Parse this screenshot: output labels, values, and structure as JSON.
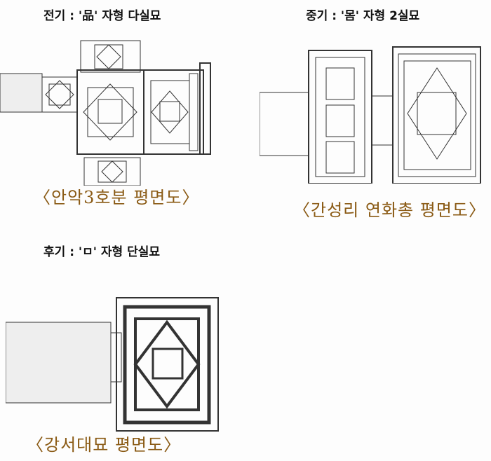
{
  "panels": [
    {
      "heading": "전기 : '品' 자형 다실묘",
      "caption": "〈안악3호분 평면도〉"
    },
    {
      "heading": "중기 : '몸' 자형 2실묘",
      "caption": "〈간성리 연화총 평면도〉"
    },
    {
      "heading": "후기 : 'ㅁ' 자형 단실묘",
      "caption": "〈강서대묘 평면도〉"
    }
  ],
  "colors": {
    "caption": "#8a5a14",
    "heading": "#111111"
  }
}
